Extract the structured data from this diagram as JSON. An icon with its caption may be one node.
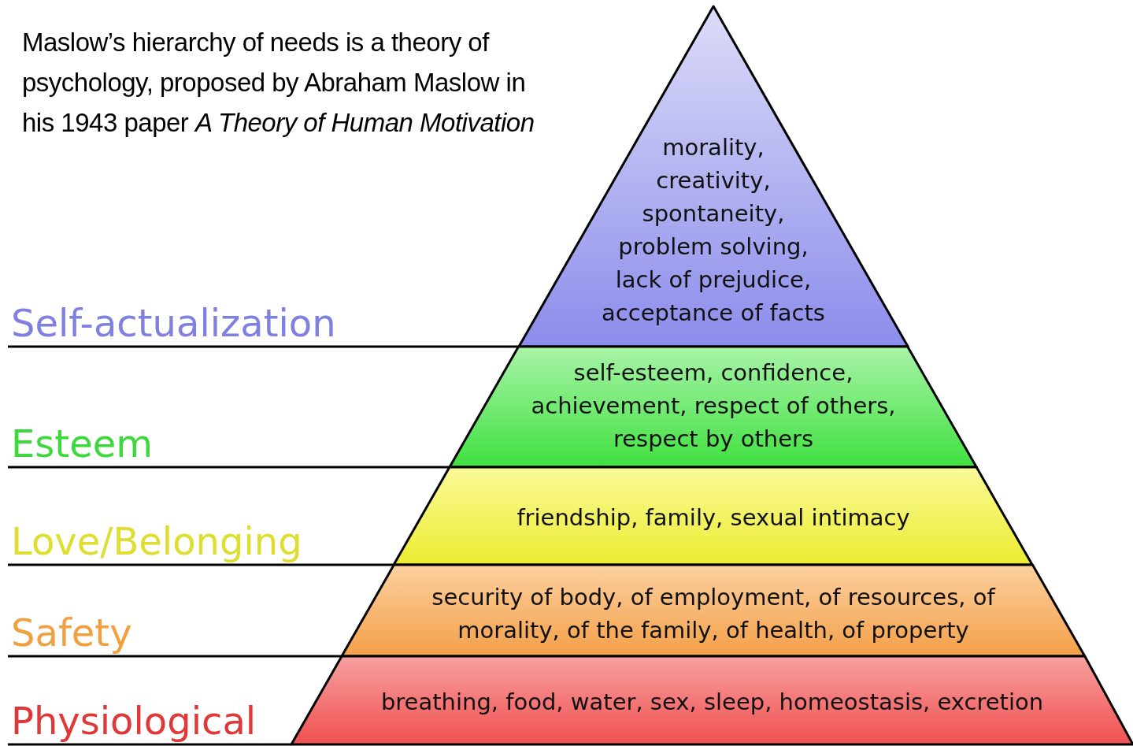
{
  "diagram": {
    "nodes": [
      {
        "text": [
          "morality, creativity, spontaneity, problem solving, lack of prejudice, acceptance of facts"
        ]
      },
      {
        "text": [
          "self-esteem, confidence, achievement, respect of others, respect by others"
        ]
      },
      {
        "text": [
          "friendship, family, sexual intimacy"
        ]
      },
      {
        "text": [
          "security of body, of employment, of resources, of morality, of the family, of health, of property"
        ]
      },
      {
        "text": [
          "breathing, food, water, sex, sleep, homeostasis, excretion"
        ]
      },
      {
        "text": [
          "Self-actualization"
        ]
      },
      {
        "text": [
          "Esteem"
        ]
      },
      {
        "text": [
          "Love/Belonging"
        ]
      },
      {
        "text": [
          "Safety"
        ]
      },
      {
        "text": [
          "Physiological"
        ]
      }
    ],
    "edges": [
      {
        "from": 5,
        "to": 0,
        "arrow": "none"
      },
      {
        "from": 6,
        "to": 1,
        "arrow": "none"
      },
      {
        "from": 7,
        "to": 2,
        "arrow": "none"
      },
      {
        "from": 8,
        "to": 3,
        "arrow": "none"
      },
      {
        "from": 9,
        "to": 4,
        "arrow": "none"
      }
    ],
    "labels": [
      "Maslow’s hierarchy of needs is a theory of psychology, proposed by Abraham Maslow in his 1943 paper *A Theory of Human Motivation*"
    ]
  }
}
